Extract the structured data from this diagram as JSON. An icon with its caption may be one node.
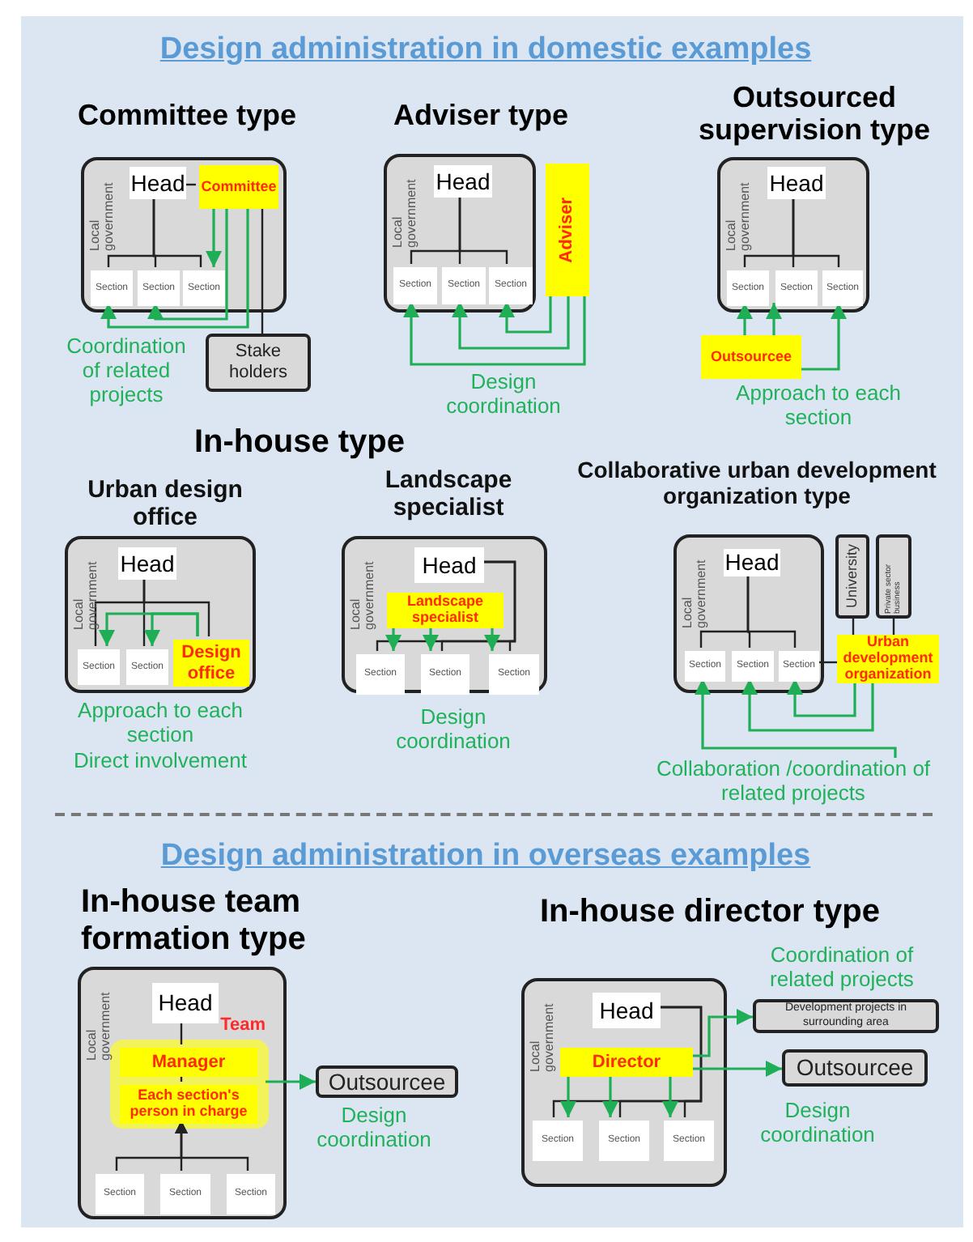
{
  "diagram": {
    "title": "Design administration in domestic examples",
    "nodes": [
      {
        "text": [
          "Local government"
        ]
      },
      {
        "text": [
          "Head"
        ],
        "in": 0
      },
      {
        "text": [
          "Committee"
        ],
        "in": 0
      },
      {
        "text": [
          "Section"
        ],
        "in": 0
      },
      {
        "text": [
          "Section"
        ],
        "in": 0
      },
      {
        "text": [
          "Section"
        ],
        "in": 0
      },
      {
        "text": [
          "Stake holders"
        ]
      },
      {
        "text": [
          "Local government"
        ]
      },
      {
        "text": [
          "Head"
        ],
        "in": 7
      },
      {
        "text": [
          "Section"
        ],
        "in": 7
      },
      {
        "text": [
          "Section"
        ],
        "in": 7
      },
      {
        "text": [
          "Section"
        ],
        "in": 7
      },
      {
        "text": [
          "Adviser"
        ]
      },
      {
        "text": [
          "Local government"
        ]
      },
      {
        "text": [
          "Head"
        ],
        "in": 13
      },
      {
        "text": [
          "Section"
        ],
        "in": 13
      },
      {
        "text": [
          "Section"
        ],
        "in": 13
      },
      {
        "text": [
          "Section"
        ],
        "in": 13
      },
      {
        "text": [
          "Outsourcee"
        ]
      },
      {
        "text": [
          "Local government"
        ]
      },
      {
        "text": [
          "Head"
        ],
        "in": 19
      },
      {
        "text": [
          "Section"
        ],
        "in": 19
      },
      {
        "text": [
          "Section"
        ],
        "in": 19
      },
      {
        "text": [
          "Design office"
        ],
        "in": 19
      },
      {
        "text": [
          "Local government"
        ]
      },
      {
        "text": [
          "Head"
        ],
        "in": 24
      },
      {
        "text": [
          "Landscape specialist"
        ],
        "in": 24
      },
      {
        "text": [
          "Section"
        ],
        "in": 24
      },
      {
        "text": [
          "Section"
        ],
        "in": 24
      },
      {
        "text": [
          "Section"
        ],
        "in": 24
      },
      {
        "text": [
          "Local government"
        ]
      },
      {
        "text": [
          "Head"
        ],
        "in": 30
      },
      {
        "text": [
          "Section"
        ],
        "in": 30
      },
      {
        "text": [
          "Section"
        ],
        "in": 30
      },
      {
        "text": [
          "Section"
        ],
        "in": 30
      },
      {
        "text": [
          "University"
        ]
      },
      {
        "text": [
          "Private sector business"
        ]
      },
      {
        "text": [
          "Urban development organization"
        ]
      },
      {
        "text": [
          "Local government"
        ]
      },
      {
        "text": [
          "Head"
        ],
        "in": 38
      },
      {
        "text": [
          "Team"
        ],
        "in": 38
      },
      {
        "text": [
          "Manager"
        ],
        "in": 40
      },
      {
        "text": [
          "Each section's person in charge"
        ],
        "in": 40
      },
      {
        "text": [
          "Section"
        ],
        "in": 38
      },
      {
        "text": [
          "Section"
        ],
        "in": 38
      },
      {
        "text": [
          "Section"
        ],
        "in": 38
      },
      {
        "text": [
          "Outsourcee"
        ]
      },
      {
        "text": [
          "Local government"
        ]
      },
      {
        "text": [
          "Head"
        ],
        "in": 47
      },
      {
        "text": [
          "Director"
        ],
        "in": 47
      },
      {
        "text": [
          "Section"
        ],
        "in": 47
      },
      {
        "text": [
          "Section"
        ],
        "in": 47
      },
      {
        "text": [
          "Section"
        ],
        "in": 47
      },
      {
        "text": [
          "Development projects in surrounding area"
        ]
      },
      {
        "text": [
          "Outsourcee"
        ]
      },
      {
        "text": [
          "Collaboration /coordination of related projects"
        ]
      }
    ],
    "edges": [
      {
        "from": 1,
        "to": 2,
        "arrow": "none"
      },
      {
        "from": 1,
        "to": 3,
        "arrow": "none"
      },
      {
        "from": 1,
        "to": 4,
        "arrow": "none"
      },
      {
        "from": 1,
        "to": 5,
        "arrow": "none"
      },
      {
        "from": 2,
        "to": 5,
        "arrow": "to",
        "color": "#1fae55"
      },
      {
        "from": 2,
        "to": 4,
        "arrow": "to",
        "color": "#1fae55"
      },
      {
        "from": 2,
        "to": 3,
        "arrow": "to",
        "color": "#1fae55"
      },
      {
        "from": 2,
        "to": 6,
        "arrow": "none"
      },
      {
        "from": 8,
        "to": 9,
        "arrow": "none"
      },
      {
        "from": 8,
        "to": 10,
        "arrow": "none"
      },
      {
        "from": 8,
        "to": 11,
        "arrow": "none"
      },
      {
        "from": 12,
        "to": 11,
        "arrow": "to",
        "color": "#1fae55"
      },
      {
        "from": 12,
        "to": 10,
        "arrow": "to",
        "color": "#1fae55"
      },
      {
        "from": 12,
        "to": 9,
        "arrow": "to",
        "color": "#1fae55"
      },
      {
        "from": 14,
        "to": 15,
        "arrow": "none"
      },
      {
        "from": 14,
        "to": 16,
        "arrow": "none"
      },
      {
        "from": 14,
        "to": 17,
        "arrow": "none"
      },
      {
        "from": 18,
        "to": 15,
        "arrow": "to",
        "color": "#1fae55"
      },
      {
        "from": 18,
        "to": 16,
        "arrow": "to",
        "color": "#1fae55"
      },
      {
        "from": 18,
        "to": 17,
        "arrow": "to",
        "color": "#1fae55"
      },
      {
        "from": 20,
        "to": 21,
        "arrow": "none"
      },
      {
        "from": 20,
        "to": 22,
        "arrow": "none"
      },
      {
        "from": 20,
        "to": 23,
        "arrow": "none"
      },
      {
        "from": 23,
        "to": 21,
        "arrow": "to",
        "color": "#1fae55"
      },
      {
        "from": 23,
        "to": 22,
        "arrow": "to",
        "color": "#1fae55"
      },
      {
        "from": 25,
        "to": 27,
        "arrow": "none"
      },
      {
        "from": 25,
        "to": 28,
        "arrow": "none"
      },
      {
        "from": 25,
        "to": 29,
        "arrow": "none"
      },
      {
        "from": 26,
        "to": 27,
        "arrow": "to",
        "color": "#1fae55"
      },
      {
        "from": 26,
        "to": 28,
        "arrow": "to",
        "color": "#1fae55"
      },
      {
        "from": 26,
        "to": 29,
        "arrow": "to",
        "color": "#1fae55"
      },
      {
        "from": 31,
        "to": 32,
        "arrow": "none"
      },
      {
        "from": 31,
        "to": 33,
        "arrow": "none"
      },
      {
        "from": 31,
        "to": 34,
        "arrow": "none"
      },
      {
        "from": 35,
        "to": 37,
        "arrow": "none"
      },
      {
        "from": 36,
        "to": 37,
        "arrow": "none"
      },
      {
        "from": 34,
        "to": 37,
        "arrow": "none"
      },
      {
        "from": 37,
        "to": 34,
        "arrow": "to",
        "color": "#1fae55"
      },
      {
        "from": 37,
        "to": 33,
        "arrow": "to",
        "color": "#1fae55"
      },
      {
        "from": 55,
        "to": 32,
        "arrow": "to",
        "color": "#1fae55"
      },
      {
        "from": 39,
        "to": 41,
        "arrow": "none"
      },
      {
        "from": 41,
        "to": 42,
        "arrow": "none"
      },
      {
        "from": 43,
        "to": 42,
        "arrow": "to"
      },
      {
        "from": 44,
        "to": 42,
        "arrow": "to"
      },
      {
        "from": 45,
        "to": 42,
        "arrow": "to"
      },
      {
        "from": 40,
        "to": 46,
        "arrow": "to",
        "color": "#1fae55"
      },
      {
        "from": 48,
        "to": 50,
        "arrow": "none"
      },
      {
        "from": 48,
        "to": 51,
        "arrow": "none"
      },
      {
        "from": 48,
        "to": 52,
        "arrow": "none"
      },
      {
        "from": 49,
        "to": 50,
        "arrow": "to",
        "color": "#1fae55"
      },
      {
        "from": 49,
        "to": 51,
        "arrow": "to",
        "color": "#1fae55"
      },
      {
        "from": 49,
        "to": 52,
        "arrow": "to",
        "color": "#1fae55"
      },
      {
        "from": 49,
        "to": 53,
        "arrow": "to",
        "color": "#1fae55"
      },
      {
        "from": 49,
        "to": 54,
        "arrow": "to",
        "color": "#1fae55"
      }
    ],
    "labels": [
      "Committee type",
      "Adviser type",
      "Outsourced supervision type",
      "Coordination of related projects",
      "Design coordination",
      "Approach to each section",
      "In-house type",
      "Urban design office",
      "Landscape specialist",
      "Collaborative urban development organization type",
      "Approach to each section",
      "Direct involvement",
      "Design coordination",
      "Design administration in overseas examples",
      "In-house team formation type",
      "In-house director type",
      "Coordination of related projects",
      "Design coordination",
      "Design coordination"
    ]
  }
}
